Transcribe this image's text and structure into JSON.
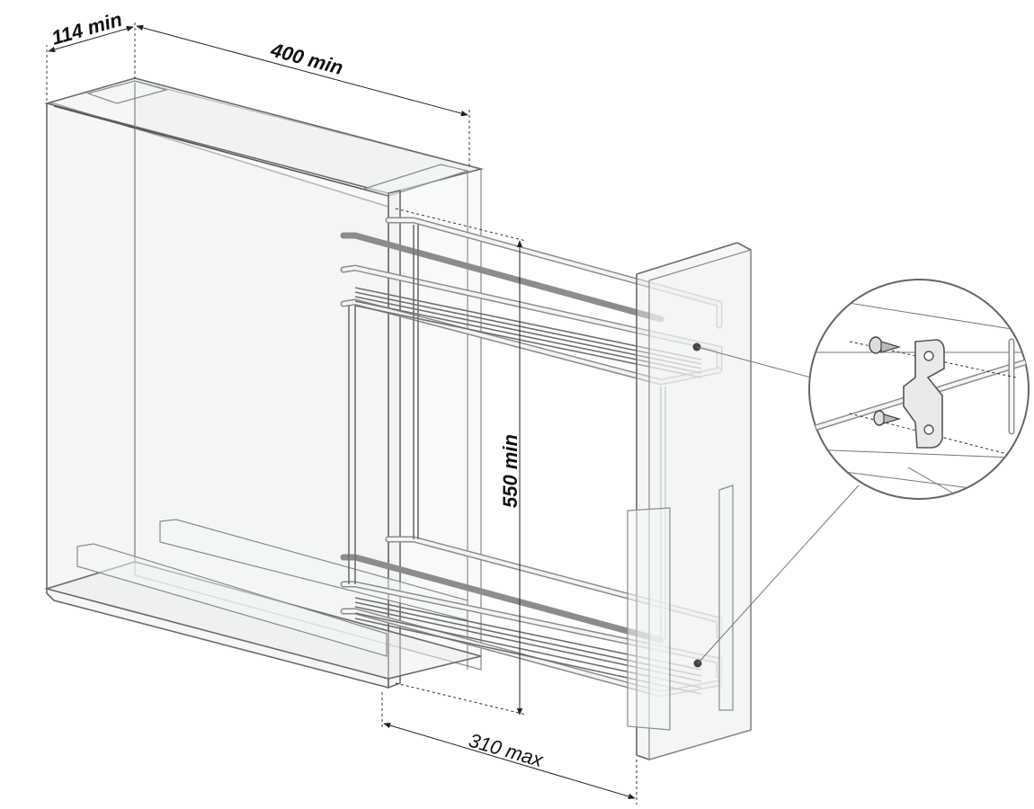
{
  "dimensions": {
    "width_min": "114 min",
    "depth_min": "400 min",
    "height_min": "550 min",
    "depth_max": "310 max"
  },
  "colors": {
    "outline": "#555555",
    "panel_fill": "#e8ecec",
    "dimension_line": "#222222",
    "background": "#ffffff"
  }
}
